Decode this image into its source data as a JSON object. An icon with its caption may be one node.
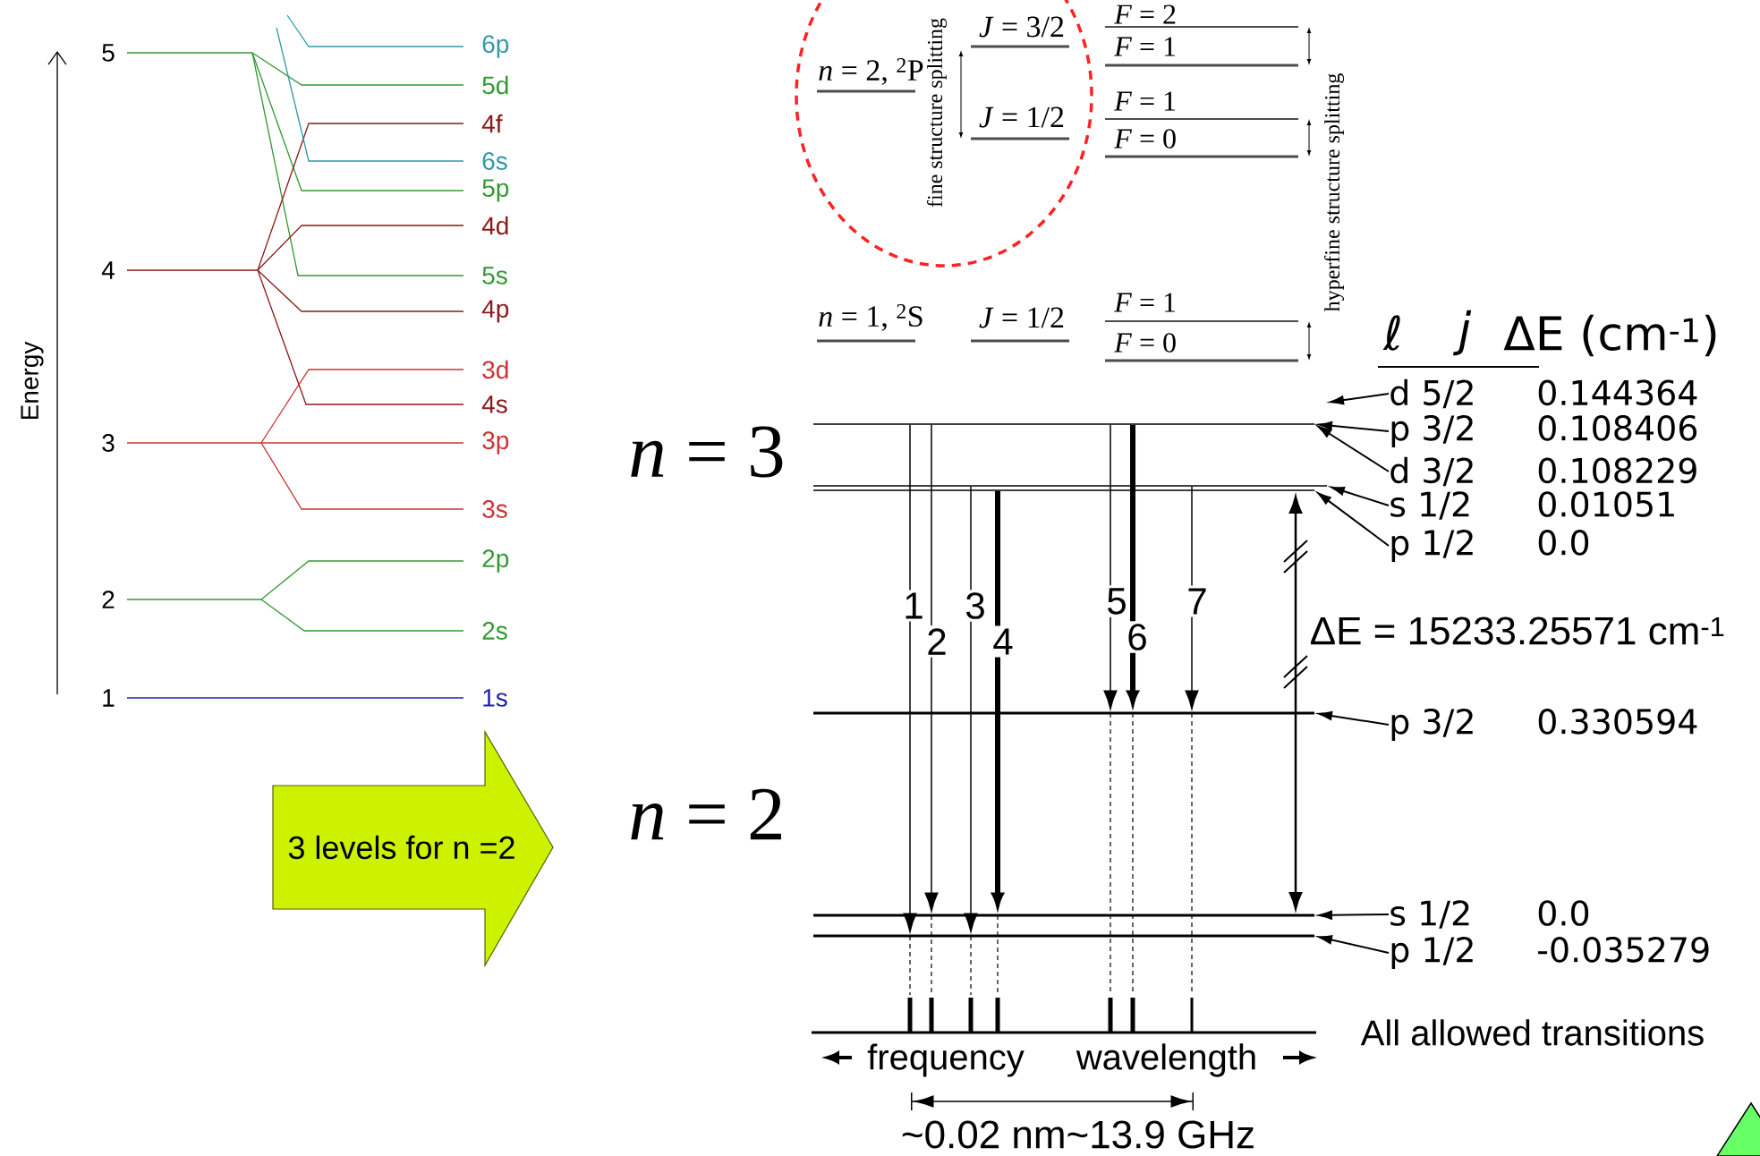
{
  "diagram": {
    "nodes": [
      {
        "text": [
          "3 levels for n =2"
        ]
      },
      {
        "text": [
          "d 5/2",
          "0.144364"
        ]
      },
      {
        "text": [
          "p 3/2",
          "0.108406"
        ]
      },
      {
        "text": [
          "d 3/2",
          "0.108229"
        ]
      },
      {
        "text": [
          "s 1/2",
          "0.01051"
        ]
      },
      {
        "text": [
          "p 1/2",
          "0.0"
        ]
      },
      {
        "text": [
          "p 3/2",
          "0.330594"
        ]
      },
      {
        "text": [
          "s 1/2",
          "0.0"
        ]
      },
      {
        "text": [
          "p 1/2",
          "-0.035279"
        ]
      },
      {
        "text": [],
        "shape": "bar"
      },
      {
        "text": [],
        "shape": "bar"
      },
      {
        "text": [],
        "shape": "bar"
      },
      {
        "text": [],
        "shape": "bar"
      },
      {
        "text": [],
        "shape": "bar"
      },
      {
        "text": [],
        "shape": "bar"
      }
    ],
    "edges": [
      {
        "from": 1,
        "to": null,
        "arrow": "to"
      },
      {
        "from": 2,
        "to": 9,
        "arrow": "to"
      },
      {
        "from": 3,
        "to": 9,
        "arrow": "to"
      },
      {
        "from": 4,
        "to": 10,
        "arrow": "to"
      },
      {
        "from": 5,
        "to": 11,
        "arrow": "to"
      },
      {
        "from": 6,
        "to": 12,
        "arrow": "to"
      },
      {
        "from": 7,
        "to": 13,
        "arrow": "to"
      },
      {
        "from": 8,
        "to": 14,
        "arrow": "to"
      },
      {
        "from": 9,
        "to": 14,
        "arrow": "to",
        "label": "1"
      },
      {
        "from": 9,
        "to": 13,
        "arrow": "to",
        "label": "2"
      },
      {
        "from": 10,
        "to": 14,
        "arrow": "to",
        "label": "3"
      },
      {
        "from": 11,
        "to": 13,
        "arrow": "to",
        "label": "4",
        "style": "thick"
      },
      {
        "from": 9,
        "to": 12,
        "arrow": "to",
        "label": "5"
      },
      {
        "from": 9,
        "to": 12,
        "arrow": "to",
        "label": "6",
        "style": "thick"
      },
      {
        "from": 10,
        "to": 12,
        "arrow": "to",
        "label": "7"
      }
    ],
    "labels": [
      "5",
      "6p",
      "5d",
      "4f",
      "6s",
      "5p",
      "4d",
      "4",
      "5s",
      "4p",
      "Energy",
      "3d",
      "4s",
      "3",
      "3p",
      "3s",
      "2p",
      "2",
      "2s",
      "1",
      "1s",
      "*F* = 2",
      "*J* = 3/2",
      "*F* = 1",
      "*n* = 2, $^{2}$P",
      "fine structure splitting",
      "*F* = 1",
      "*J* = 1/2",
      "*F* = 0",
      "hyperfine structure splitting",
      "*F* = 1",
      "*n* = 1, $^{2}$S",
      "*J* = 1/2",
      "*F* = 0",
      "ℓ",
      "j",
      "ΔE (cm$^{-1}$)",
      "*n* = 3",
      "ΔE = 15233.25571 cm$^{-1}$",
      "*n* = 2",
      "frequency",
      "wavelength",
      "All allowed transitions",
      "~0.02 nm~13.9 GHz"
    ]
  }
}
